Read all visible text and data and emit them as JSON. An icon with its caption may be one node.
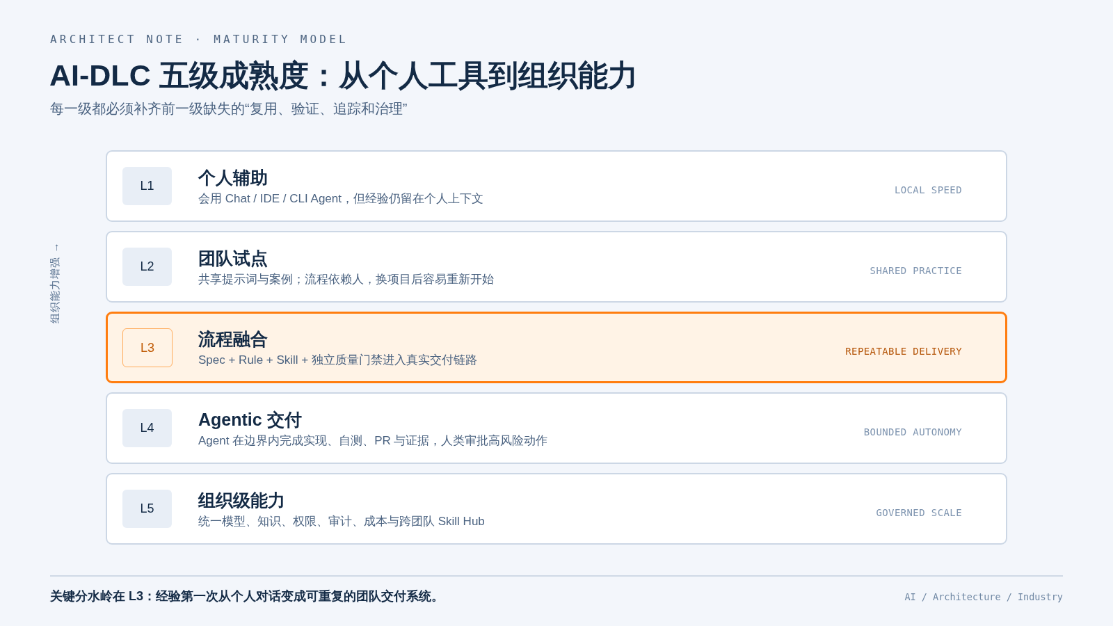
{
  "diagram": {
    "title": "AI-DLC 五级成熟度：从个人工具到组织能力",
    "nodes": [
      {
        "text": [
          "个人辅助",
          "会用 Chat / IDE / CLI Agent，但经验仍留在个人上下文",
          "LOCAL SPEED"
        ]
      },
      {
        "text": [
          "L1"
        ],
        "in": 0
      },
      {
        "text": [
          "团队试点",
          "共享提示词与案例；流程依赖人，换项目后容易重新开始",
          "SHARED PRACTICE"
        ]
      },
      {
        "text": [
          "L2"
        ],
        "in": 2
      },
      {
        "text": [
          "流程融合",
          "Spec + Rule + Skill + 独立质量门禁进入真实交付链路",
          "REPEATABLE DELIVERY"
        ]
      },
      {
        "text": [
          "L3"
        ],
        "in": 4
      },
      {
        "text": [
          "Agentic 交付",
          "Agent 在边界内完成实现、自测、PR 与证据，人类审批高风险动作",
          "BOUNDED AUTONOMY"
        ]
      },
      {
        "text": [
          "L4"
        ],
        "in": 6
      },
      {
        "text": [
          "组织级能力",
          "统一模型、知识、权限、审计、成本与跨团队 Skill Hub",
          "GOVERNED SCALE"
        ]
      },
      {
        "text": [
          "L5"
        ],
        "in": 8
      }
    ],
    "labels": [
      "ARCHITECT NOTE · MATURITY MODEL",
      "每一级都必须补齐前一级缺失的“复用、验证、追踪和治理”",
      "组织能力增强 →",
      "关键分水岭在 L3：经验第一次从个人对话变成可重复的团队交付系统。",
      "AI / Architecture / Industry"
    ]
  }
}
